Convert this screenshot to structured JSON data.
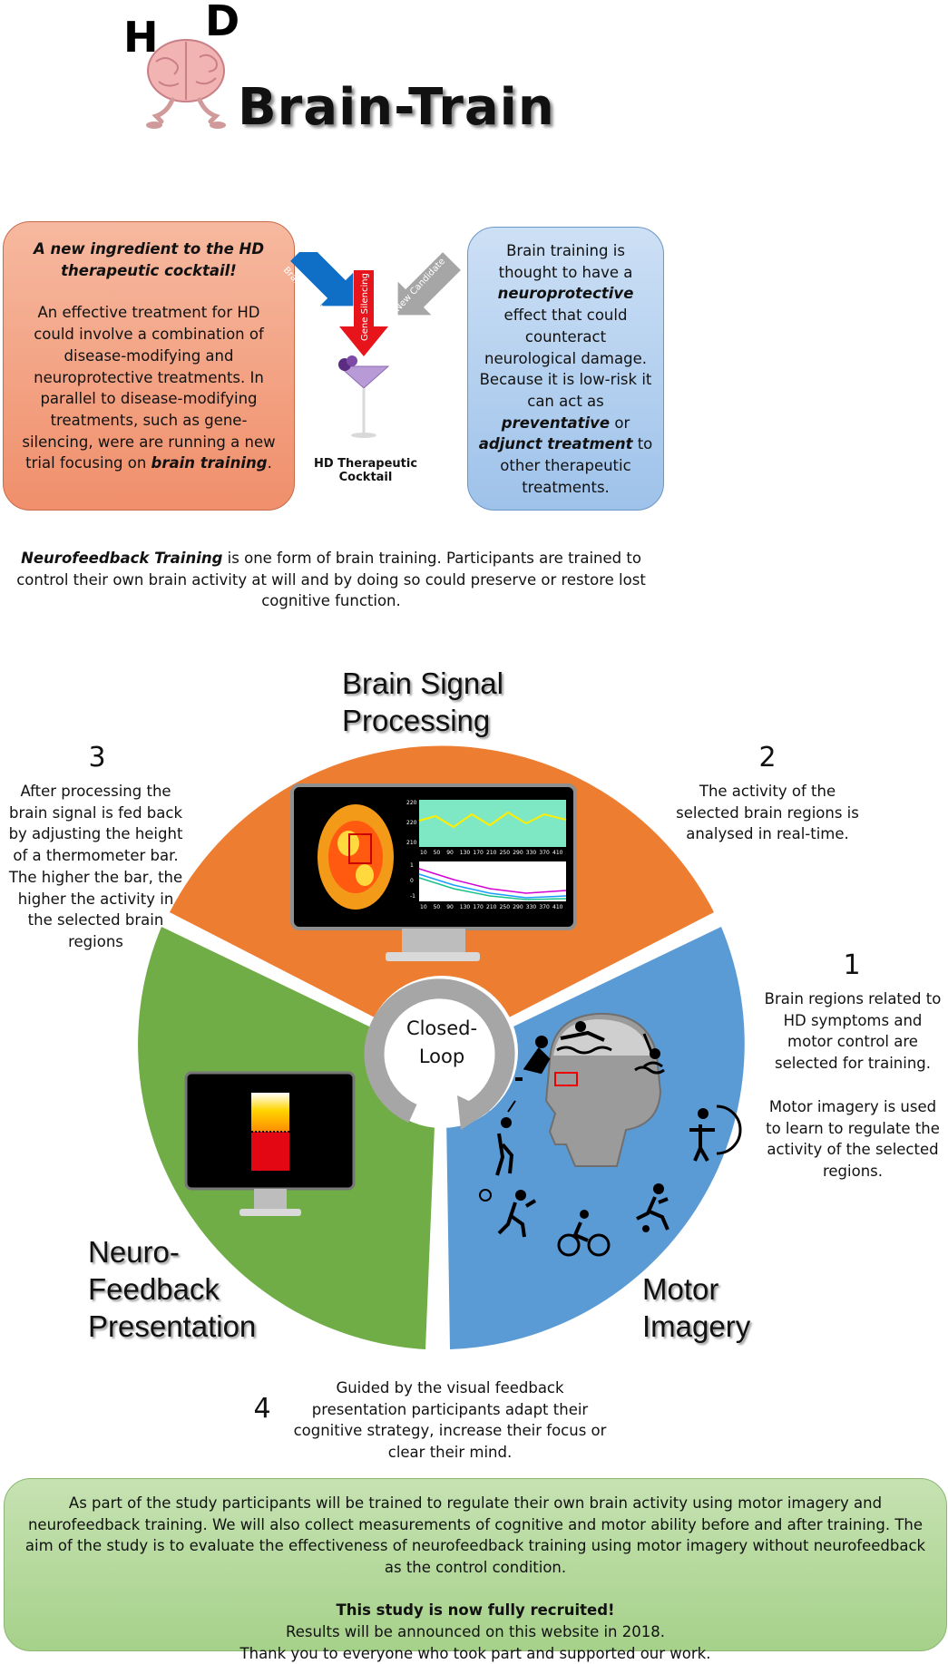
{
  "logo": {
    "h": "H",
    "d": "D",
    "title": "Brain-Train"
  },
  "left_box": {
    "heading": "A new ingredient to the HD therapeutic cocktail!",
    "body_pre": "An effective treatment for HD could involve a combination of disease-modifying and neuroprotective treatments. In parallel to disease-modifying treatments, such as gene-silencing, were are running a new trial focusing on ",
    "body_em": "brain training",
    "body_post": "."
  },
  "cocktail": {
    "arrow_left": "Brain Training",
    "arrow_center": "Gene Silencing",
    "arrow_right": "New Candidate",
    "caption": "HD Therapeutic Cocktail"
  },
  "right_box": {
    "p1": "Brain training is thought to have a ",
    "em1": "neuroprotective",
    "p2": " effect that could counteract neurological damage. Because it is low-risk it can act as ",
    "em2": "preventative",
    "p3": " or ",
    "em3": "adjunct treatment",
    "p4": " to other therapeutic treatments."
  },
  "neurofeedback_intro": {
    "em": "Neurofeedback Training",
    "text": " is one form of brain training. Participants are trained to control their own brain activity at will and by doing so could preserve or restore lost cognitive function."
  },
  "cycle": {
    "center_label": "Closed-Loop",
    "segments": {
      "signal": "Brain Signal Processing",
      "motor": "Motor Imagery",
      "feedback": "Neuro-Feedback Presentation"
    },
    "colors": {
      "orange": "#ed7d31",
      "blue": "#5b9bd5",
      "green": "#70ad47"
    },
    "plot_top_ticks": [
      "220",
      "220",
      "210"
    ],
    "plot_bottom_ticks": [
      "1",
      "0",
      "-1"
    ],
    "plot_x_ticks": [
      "10",
      "50",
      "90",
      "130",
      "170",
      "210",
      "250",
      "290",
      "330",
      "370",
      "410"
    ]
  },
  "steps": {
    "s1": {
      "num": "1",
      "text": "Brain regions related to HD symptoms and motor control are selected for training.",
      "text2": "Motor imagery is used to learn to regulate the activity of the selected regions."
    },
    "s2": {
      "num": "2",
      "text": "The activity of the selected brain regions is analysed in real-time."
    },
    "s3": {
      "num": "3",
      "text": "After processing the brain signal is fed back by adjusting the height of a thermometer bar. The higher the bar, the higher the activity in the selected brain regions"
    },
    "s4": {
      "num": "4",
      "text": "Guided by the visual feedback presentation participants adapt their cognitive strategy, increase their focus or clear their mind."
    }
  },
  "bottom_box": {
    "text": "As part of the study participants will be trained to regulate their own brain activity using motor imagery and neurofeedback training. We will also collect measurements of cognitive and motor ability before and after training. The aim of the study is to evaluate the effectiveness of neurofeedback training using motor imagery without neurofeedback as the control condition.",
    "recruited": "This study is now fully recruited!",
    "results": "Results will be announced on this website in 2018.",
    "thanks": "Thank you to everyone who took part and supported our work."
  }
}
